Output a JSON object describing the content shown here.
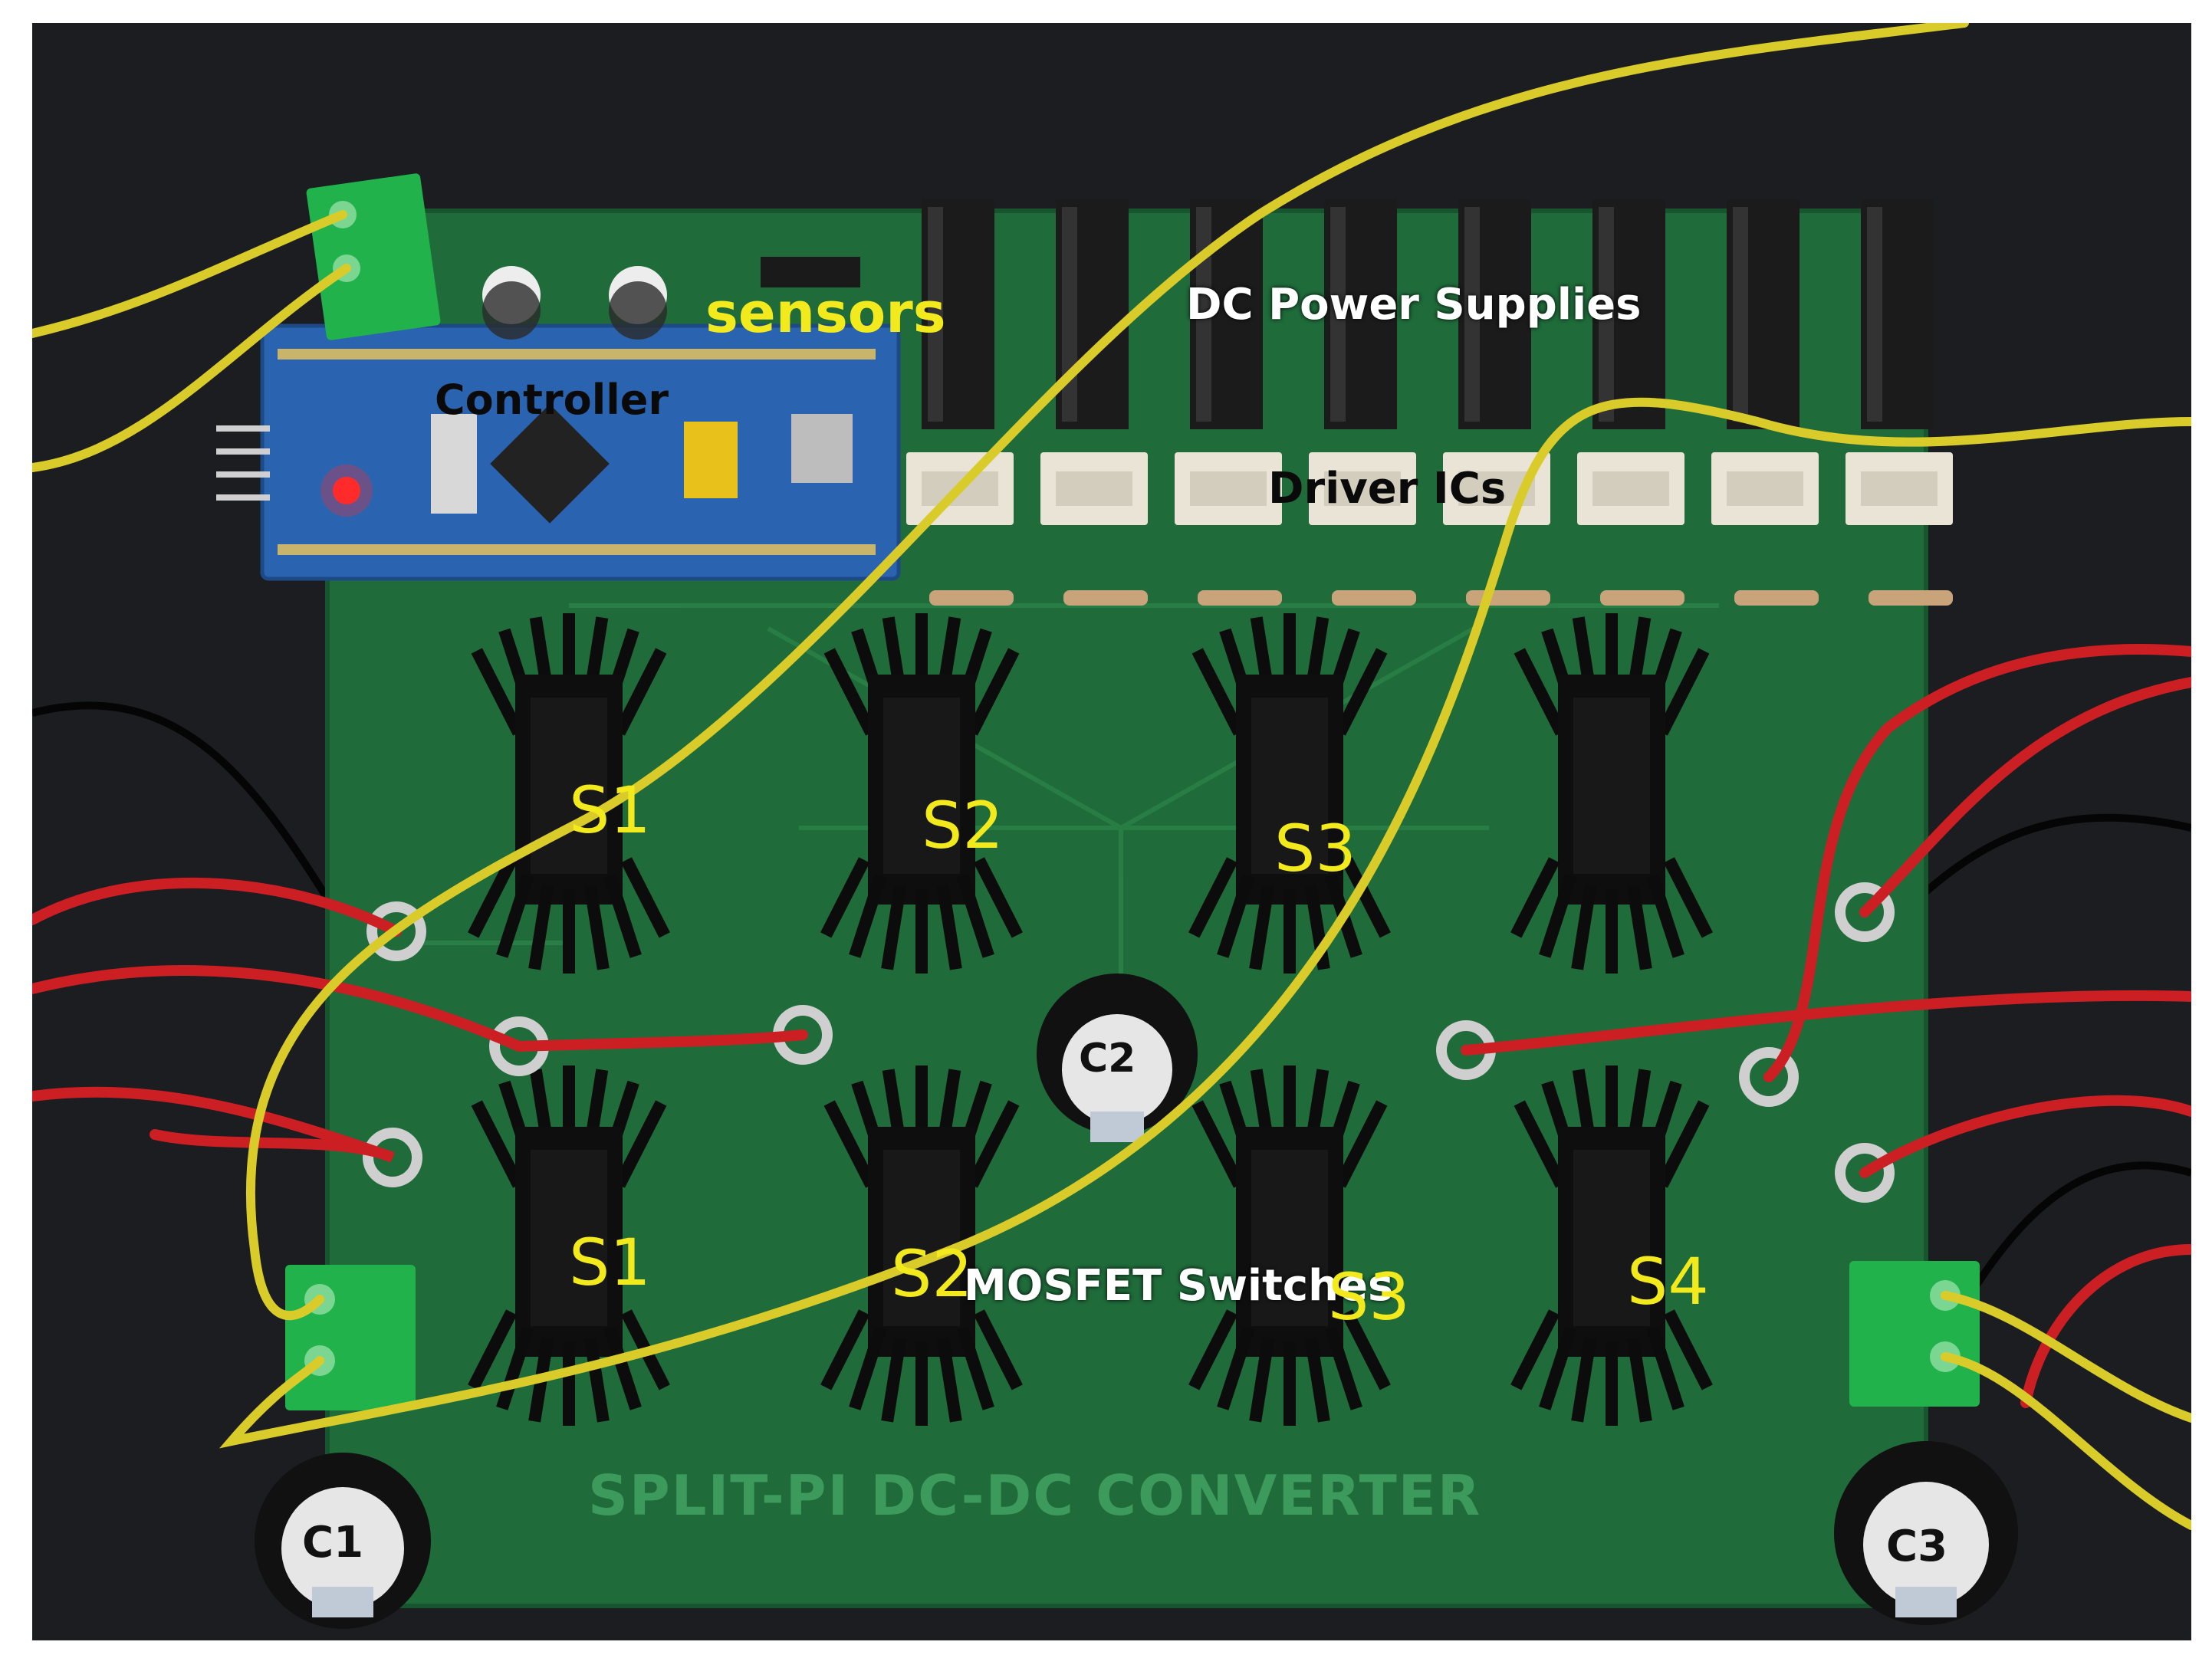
{
  "labels": {
    "sensors": "sensors",
    "controller": "Controller",
    "dc_power_supplies": "DC Power Supplies",
    "driver_ics": "Driver ICs",
    "mosfet_switches": "MOSFET Switches",
    "board_silkscreen": "SPLIT-PI DC-DC CONVERTER",
    "switches_top": [
      "S1",
      "S2",
      "S3"
    ],
    "switches_bottom": [
      "S1",
      "S2",
      "S3",
      "S4"
    ],
    "capacitors": [
      "C1",
      "C2",
      "C3"
    ]
  },
  "colors": {
    "background": "#141617",
    "pcb": "#1f6b3a",
    "controller_board": "#2a64b0",
    "terminal": "#22b24c",
    "wire_yellow": "#d9cc2a",
    "wire_red": "#cc1f24",
    "annotation_yellow": "#f2ea1c"
  }
}
